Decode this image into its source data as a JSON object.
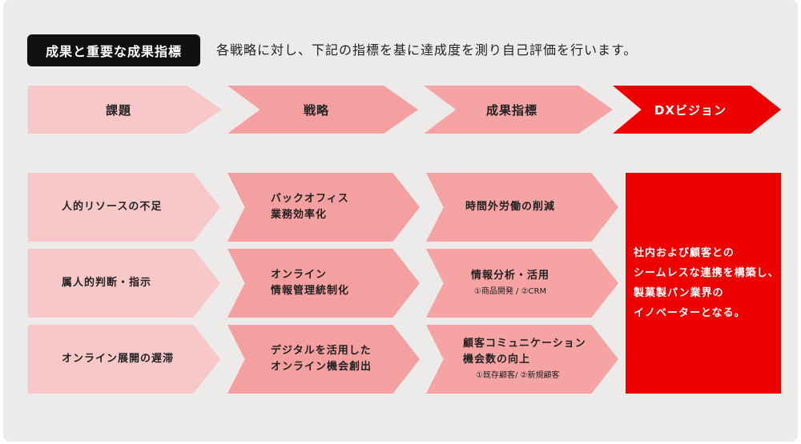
{
  "header": {
    "badge": "成果と重要な成果指標",
    "subtitle": "各戦略に対し、下記の指標を基に達成度を測り自己評価を行います。"
  },
  "columns": [
    {
      "label": "課題"
    },
    {
      "label": "戦略"
    },
    {
      "label": "成果指標"
    },
    {
      "label": "DXビジョン"
    }
  ],
  "issues": [
    {
      "line1": "人的リソースの不足"
    },
    {
      "line1": "属人的判断・指示"
    },
    {
      "line1": "オンライン展開の遅滞"
    }
  ],
  "strategies": [
    {
      "line1": "バックオフィス",
      "line2": "業務効率化"
    },
    {
      "line1": "オンライン",
      "line2": "情報管理統制化"
    },
    {
      "line1": "デジタルを活用した",
      "line2": "オンライン機会創出"
    }
  ],
  "kpis": [
    {
      "line1": "時間外労働の削減"
    },
    {
      "line1": "情報分析・活用",
      "note": "①商品開発 / ②CRM"
    },
    {
      "line1": "顧客コミュニケーション",
      "line2": "機会数の向上",
      "note": "①既存顧客/ ②新規顧客"
    }
  ],
  "vision": {
    "line1": "社内および顧客との",
    "line2": "シームレスな連携を構築し、",
    "line3": "製菓製パン業界の",
    "line4": "イノベーターとなる。"
  },
  "colors": {
    "issue": "#f8c8c8",
    "strategy": "#f4a0a0",
    "kpi": "#f5a3a3",
    "vision": "#ee0000",
    "badge": "#111111"
  }
}
